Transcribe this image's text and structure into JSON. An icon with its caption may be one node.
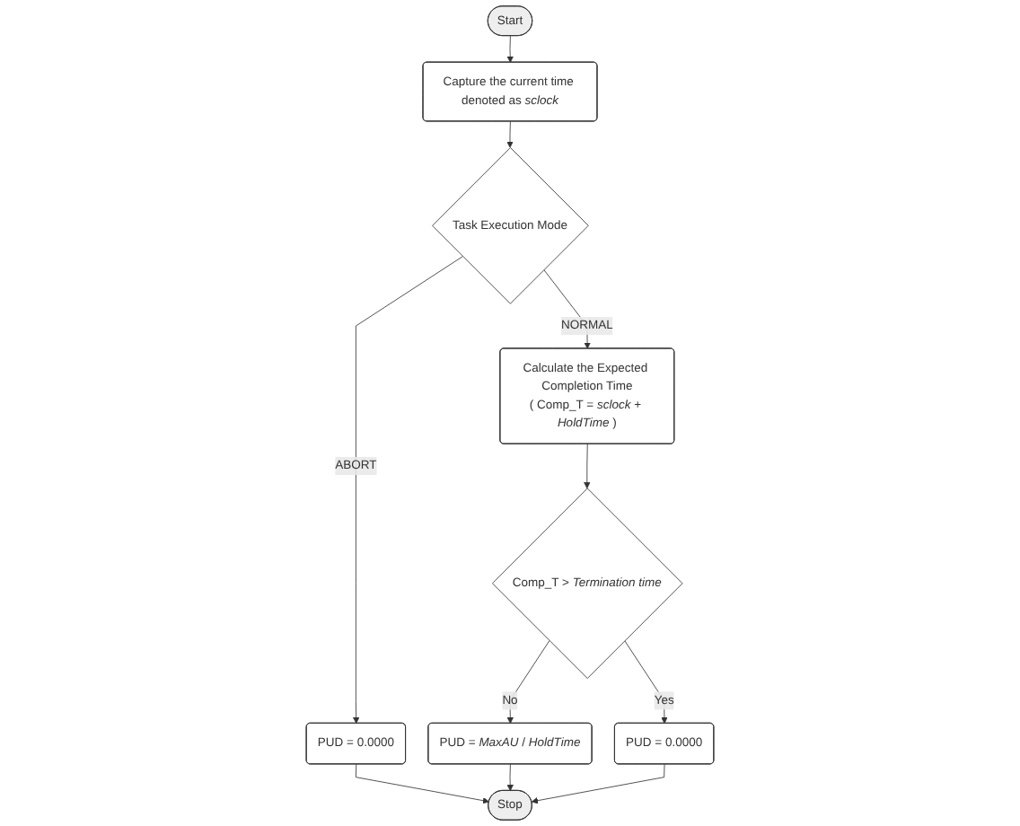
{
  "diagram": {
    "nodes": [
      {
        "text": [
          "Start"
        ]
      },
      {
        "text": [
          "Capture the current time denoted as *sclock*"
        ]
      },
      {
        "text": [
          "Task Execution Mode"
        ]
      },
      {
        "text": [
          "PUD = 0.0000"
        ]
      },
      {
        "text": [
          "Calculate the Expected Completion Time",
          "( Comp_T = *sclock* + *HoldTime* )"
        ]
      },
      {
        "text": [
          "Comp_T > *Termination time*"
        ]
      },
      {
        "text": [
          "PUD = *MaxAU* / *HoldTime*"
        ]
      },
      {
        "text": [
          "PUD = 0.0000"
        ]
      },
      {
        "text": [
          "Stop"
        ]
      }
    ],
    "edges": [
      {
        "from": 0,
        "to": 1,
        "arrow": "to"
      },
      {
        "from": 1,
        "to": 2,
        "arrow": "to"
      },
      {
        "from": 2,
        "to": 3,
        "label": "ABORT",
        "arrow": "to"
      },
      {
        "from": 2,
        "to": 4,
        "label": "NORMAL",
        "arrow": "to"
      },
      {
        "from": 4,
        "to": 5,
        "arrow": "to"
      },
      {
        "from": 5,
        "to": 6,
        "label": "No",
        "arrow": "to"
      },
      {
        "from": 5,
        "to": 7,
        "label": "Yes",
        "arrow": "to"
      },
      {
        "from": 3,
        "to": 8,
        "arrow": "to"
      },
      {
        "from": 6,
        "to": 8,
        "arrow": "to"
      },
      {
        "from": 7,
        "to": 8,
        "arrow": "to"
      }
    ]
  }
}
